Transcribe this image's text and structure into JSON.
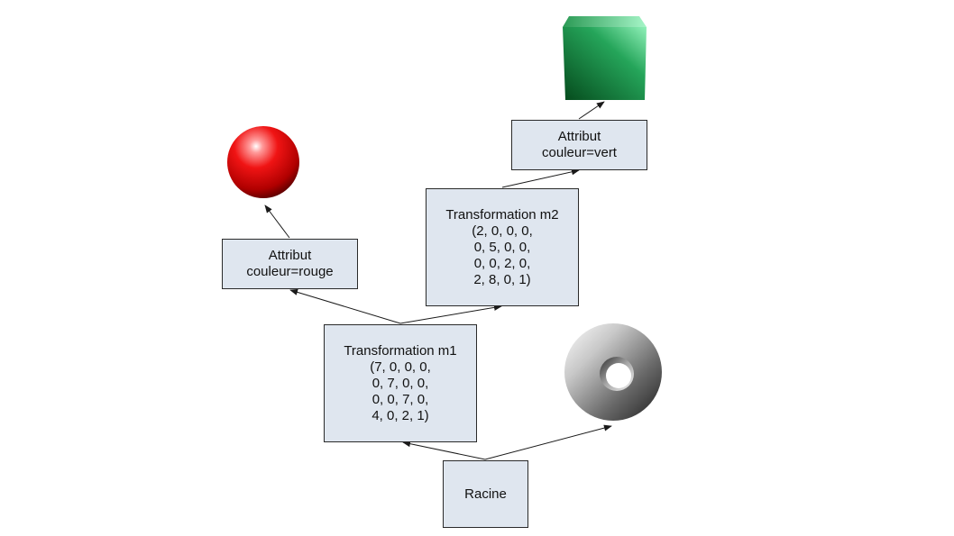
{
  "nodes": {
    "racine": {
      "label": "Racine"
    },
    "transformation_m1": {
      "title": "Transformation m1",
      "matrix": [
        "(7, 0, 0, 0,",
        "0, 7, 0, 0,",
        "0, 0, 7, 0,",
        "4, 0, 2, 1)"
      ]
    },
    "attribut_rouge": {
      "title": "Attribut",
      "value": "couleur=rouge"
    },
    "transformation_m2": {
      "title": "Transformation m2",
      "matrix": [
        "(2, 0, 0, 0,",
        "0, 5, 0, 0,",
        "0, 0, 2, 0,",
        "2, 8, 0, 1)"
      ]
    },
    "attribut_vert": {
      "title": "Attribut",
      "value": "couleur=vert"
    }
  },
  "shapes": {
    "sphere": {
      "color": "#e00000"
    },
    "torus": {
      "color": "#9a9a9a"
    },
    "cube": {
      "color": "#0a7a2e"
    }
  },
  "colors": {
    "node_fill": "#dfe6ef",
    "node_border": "#2a2a2a",
    "edge": "#1a1a1a"
  }
}
